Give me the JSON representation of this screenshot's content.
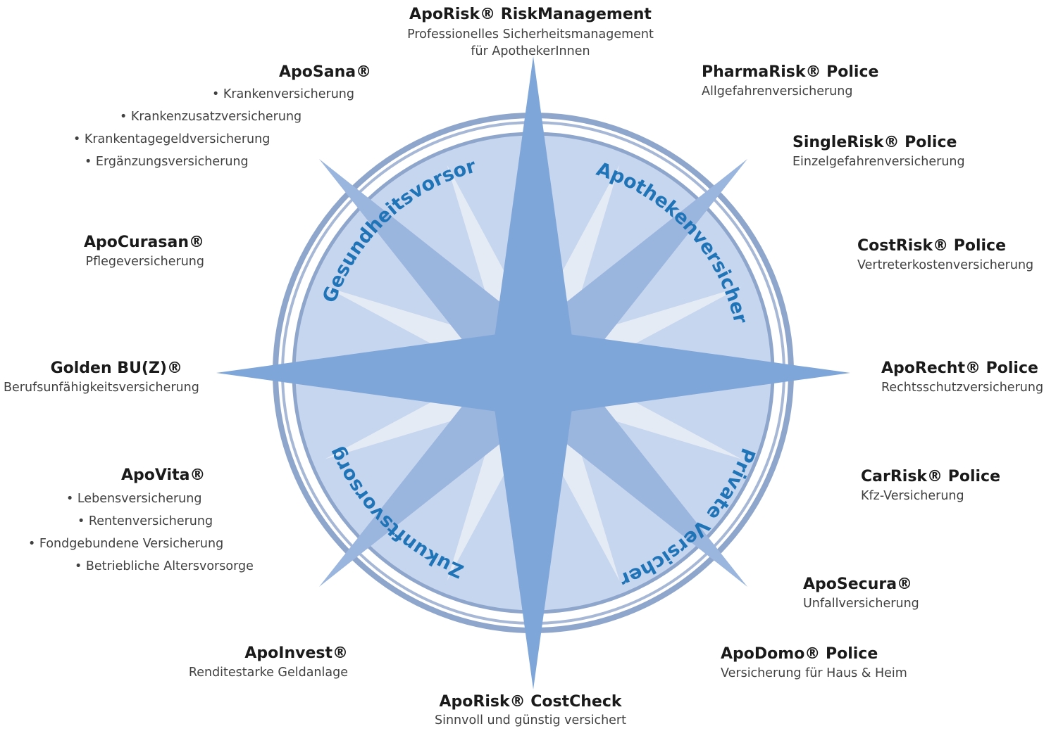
{
  "colors": {
    "ring_dark": "#8fa6cc",
    "disc_fill": "#c6d6ee",
    "star_main": "#7ea6d9",
    "star_diag": "#9ab5de",
    "star_light": "#e4ebf5",
    "ring_text": "#1f73b7"
  },
  "ring_labels": {
    "top_left": "Gesundheitsvorsorge",
    "top_right": "Apothekenversicherung",
    "bottom_right": "Private Versicherung",
    "bottom_left": "Zukunftsvorsorge"
  },
  "products": {
    "riskmanagement": {
      "title": "ApoRisk® RiskManagement",
      "lines": [
        "Professionelles Sicherheitsmanagement",
        "für ApothekerInnen"
      ]
    },
    "pharmarisk": {
      "title": "PharmaRisk® Police",
      "sub": "Allgefahrenversicherung"
    },
    "singlerisk": {
      "title": "SingleRisk® Police",
      "sub": "Einzelgefahrenversicherung"
    },
    "costrisk": {
      "title": "CostRisk® Police",
      "sub": "Vertreterkostenversicherung"
    },
    "aporecht": {
      "title": "ApoRecht® Police",
      "sub": "Rechtsschutzversicherung"
    },
    "carrisk": {
      "title": "CarRisk® Police",
      "sub": "Kfz-Versicherung"
    },
    "aposecura": {
      "title": "ApoSecura®",
      "sub": "Unfallversicherung"
    },
    "apodomo": {
      "title": "ApoDomo® Police",
      "sub": "Versicherung für Haus & Heim"
    },
    "costcheck": {
      "title": "ApoRisk® CostCheck",
      "sub": "Sinnvoll und günstig versichert"
    },
    "apoinvest": {
      "title": "ApoInvest®",
      "sub": "Renditestarke Geldanlage"
    },
    "apovita": {
      "title": "ApoVita®",
      "bullets": [
        "• Lebensversicherung",
        "• Rentenversicherung",
        "• Fondgebundene Versicherung",
        "• Betriebliche Altersvorsorge"
      ]
    },
    "golden": {
      "title": "Golden BU(Z)®",
      "sub": "Berufsunfähigkeitsversicherung"
    },
    "apocurasan": {
      "title": "ApoCurasan®",
      "sub": "Pflegeversicherung"
    },
    "aposana": {
      "title": "ApoSana®",
      "bullets": [
        "• Krankenversicherung",
        "• Krankenzusatzversicherung",
        "• Krankentagegeldversicherung",
        "• Ergänzungsversicherung"
      ]
    }
  }
}
